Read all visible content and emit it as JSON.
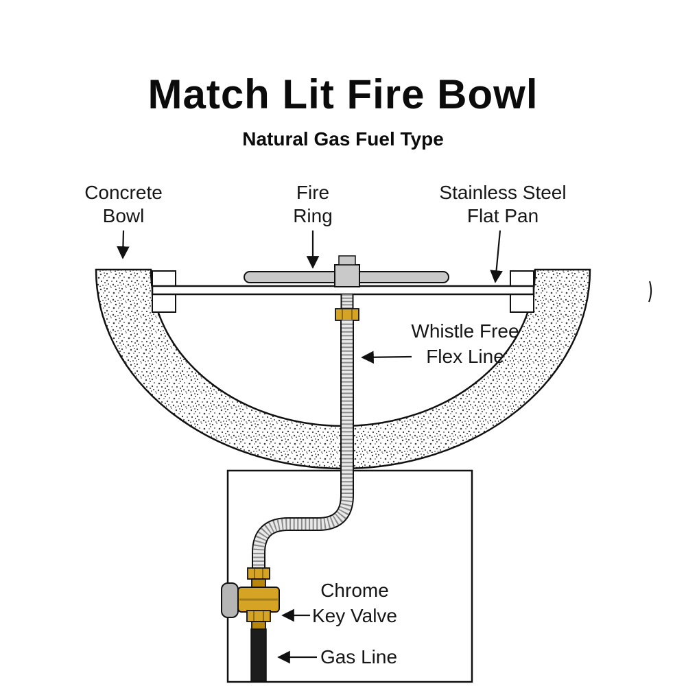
{
  "title": "Match Lit Fire Bowl",
  "subtitle": "Natural Gas Fuel Type",
  "labels": {
    "concrete_bowl": {
      "line1": "Concrete",
      "line2": "Bowl"
    },
    "fire_ring": {
      "line1": "Fire",
      "line2": "Ring"
    },
    "flat_pan": {
      "line1": "Stainless Steel",
      "line2": "Flat Pan"
    },
    "flex_line": {
      "line1": "Whistle Free",
      "line2": "Flex Line"
    },
    "key_valve": {
      "line1": "Chrome",
      "line2": "Key Valve"
    },
    "gas_line": {
      "label": "Gas Line"
    }
  },
  "colors": {
    "brass": "#D6A425",
    "brass_dark": "#B8860B",
    "steel": "#C9C9C9",
    "steel_light": "#E9E9E9",
    "rib_gray": "#8A8A8A",
    "chrome": "#B5B5B5",
    "gas_black": "#1C1C1C"
  }
}
